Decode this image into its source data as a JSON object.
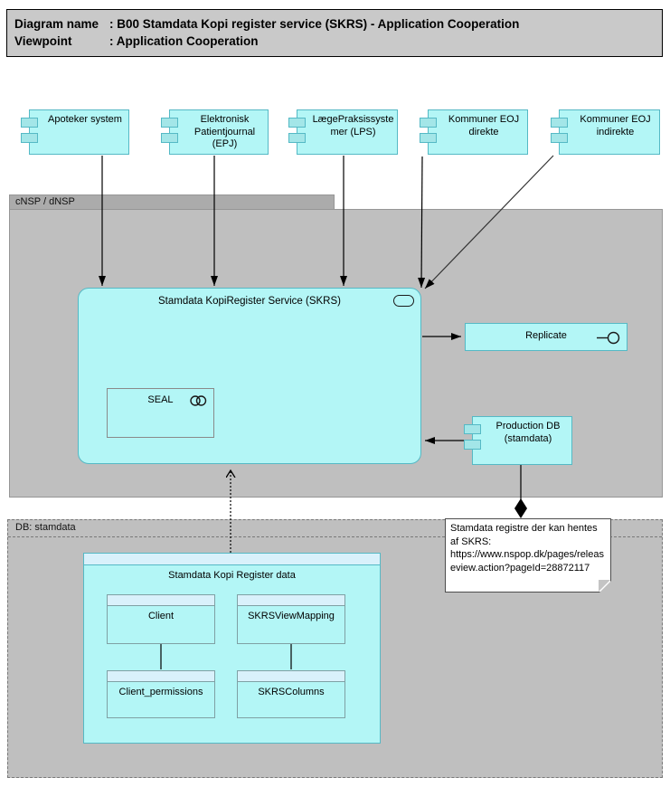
{
  "header": {
    "rows": [
      {
        "label": "Diagram name",
        "value": ": B00 Stamdata Kopi register service (SKRS) - Application Cooperation"
      },
      {
        "label": "Viewpoint",
        "value": ": Application Cooperation"
      }
    ]
  },
  "groups": {
    "cnsp": "cNSP / dNSP",
    "db": "DB: stamdata"
  },
  "components": {
    "apoteker": "Apoteker system",
    "epj": "Elektronisk Patientjournal (EPJ)",
    "lps": "LægePraksissystemer (LPS)",
    "eoj_direkte": "Kommuner EOJ direkte",
    "eoj_indirekte": "Kommuner EOJ indirekte",
    "production_db": "Production DB (stamdata)"
  },
  "skrs": {
    "title": "Stamdata KopiRegister Service (SKRS)",
    "seal": "SEAL"
  },
  "replicate": "Replicate",
  "note": "Stamdata registre der kan hentes af SKRS: https://www.nspop.dk/pages/releaseview.action?pageId=28872117",
  "data_model": {
    "title": "Stamdata Kopi Register data",
    "tables": [
      "Client",
      "SKRSViewMapping",
      "Client_permissions",
      "SKRSColumns"
    ]
  },
  "colors": {
    "component_fill": "#b3f6f6",
    "component_border": "#55b9c5",
    "group_fill": "#bfbfbf",
    "group_tab_fill": "#ababab",
    "titlebar_fill": "#c9c9c9",
    "band_fill": "#d9f1fb"
  }
}
